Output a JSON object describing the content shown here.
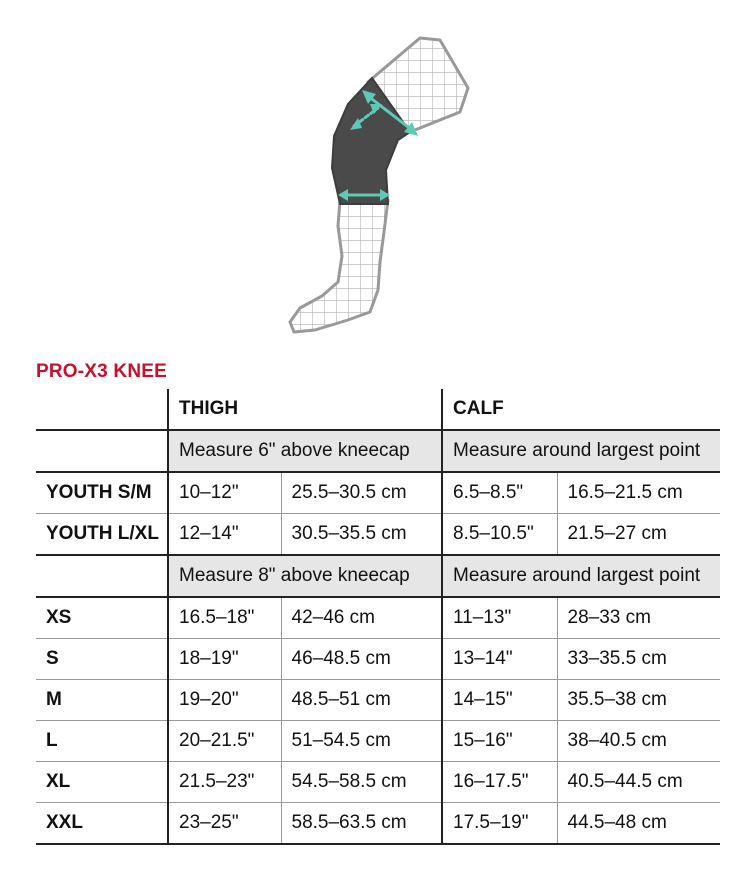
{
  "table_title": "PRO-X3 KNEE",
  "columns": {
    "thigh": "THIGH",
    "calf": "CALF"
  },
  "sections": [
    {
      "thigh_instruction": "Measure 6\" above kneecap",
      "calf_instruction": "Measure around largest point",
      "rows": [
        {
          "size": "YOUTH S/M",
          "thigh_in": "10–12\"",
          "thigh_cm": "25.5–30.5 cm",
          "calf_in": "6.5–8.5\"",
          "calf_cm": "16.5–21.5 cm"
        },
        {
          "size": "YOUTH L/XL",
          "thigh_in": "12–14\"",
          "thigh_cm": "30.5–35.5 cm",
          "calf_in": "8.5–10.5\"",
          "calf_cm": "21.5–27 cm"
        }
      ]
    },
    {
      "thigh_instruction": "Measure 8\" above kneecap",
      "calf_instruction": "Measure around largest point",
      "rows": [
        {
          "size": "XS",
          "thigh_in": "16.5–18\"",
          "thigh_cm": "42–46 cm",
          "calf_in": "11–13\"",
          "calf_cm": "28–33 cm"
        },
        {
          "size": "S",
          "thigh_in": "18–19\"",
          "thigh_cm": "46–48.5 cm",
          "calf_in": "13–14\"",
          "calf_cm": "33–35.5 cm"
        },
        {
          "size": "M",
          "thigh_in": "19–20\"",
          "thigh_cm": "48.5–51 cm",
          "calf_in": "14–15\"",
          "calf_cm": "35.5–38 cm"
        },
        {
          "size": "L",
          "thigh_in": "20–21.5\"",
          "thigh_cm": "51–54.5 cm",
          "calf_in": "15–16\"",
          "calf_cm": "38–40.5 cm"
        },
        {
          "size": "XL",
          "thigh_in": "21.5–23\"",
          "thigh_cm": "54.5–58.5 cm",
          "calf_in": "16–17.5\"",
          "calf_cm": "40.5–44.5 cm"
        },
        {
          "size": "XXL",
          "thigh_in": "23–25\"",
          "thigh_cm": "58.5–63.5 cm",
          "calf_in": "17.5–19\"",
          "calf_cm": "44.5–48 cm"
        }
      ]
    }
  ],
  "colors": {
    "title": "#c8102e",
    "sleeve": "#4a4a4a",
    "arrow": "#5fc8b6",
    "instruction_bg": "#e6e6e6"
  },
  "illustration": {
    "subject": "leg with knee sleeve",
    "icon": "measurement-arrows"
  }
}
